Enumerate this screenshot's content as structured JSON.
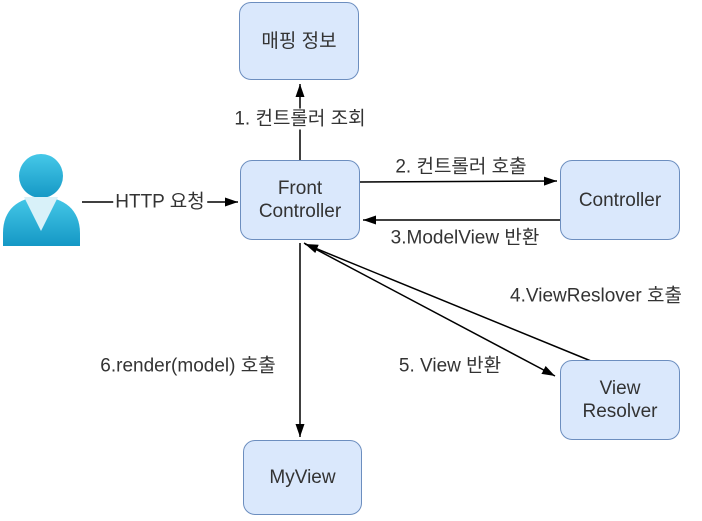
{
  "diagram": {
    "type": "flow-diagram",
    "topic": "Front Controller MVC request flow",
    "nodes": {
      "mapping_info": "매핑 정보",
      "front_controller": "Front Controller",
      "controller": "Controller",
      "view_resolver": "View Resolver",
      "my_view": "MyView"
    },
    "edges": {
      "http_request": "HTTP 요청",
      "step1": "1. 컨트롤러 조회",
      "step2": "2. 컨트롤러 호출",
      "step3": "3.ModelView 반환",
      "step4": "4.ViewReslover 호출",
      "step5": "5. View 반환",
      "step6": "6.render(model) 호출"
    },
    "icons": {
      "user": "user-person-icon"
    },
    "colors": {
      "background": "#ffffff",
      "node_fill": "#dae8fc",
      "node_border": "#6c8ebf",
      "arrow": "#000000",
      "text": "#333333",
      "user_icon_top": "#45c8e8",
      "user_icon_bottom": "#1598c5",
      "user_icon_collar": "#d8f1f9"
    }
  }
}
